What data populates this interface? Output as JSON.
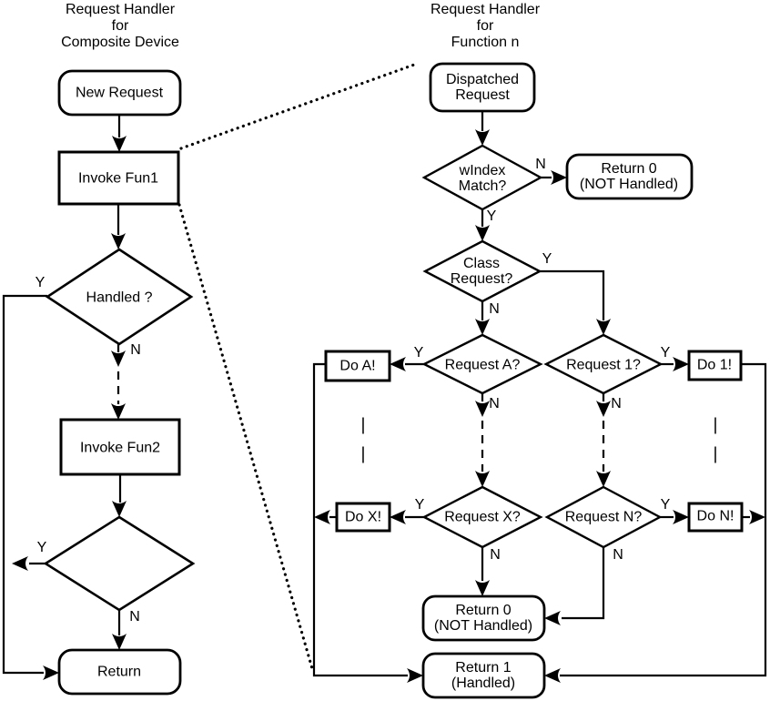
{
  "diagram": {
    "description": "USB request handler flowchart pair; right chart is a zoom-in of the Invoke Fun1 step",
    "colors": {
      "line": "#000000",
      "background": "#ffffff",
      "text": "#000000"
    }
  },
  "titles": {
    "left": "Request Handler\nfor\nComposite Device",
    "right": "Request Handler\nfor\nFunction n"
  },
  "labels": {
    "yes": "Y",
    "no": "N"
  },
  "marks": {
    "continuation": "|"
  },
  "left_chart": {
    "new_request": "New Request",
    "invoke_fun1": "Invoke Fun1",
    "handled": "Handled ?",
    "invoke_fun2": "Invoke Fun2",
    "return": "Return"
  },
  "right_chart": {
    "dispatched": "Dispatched\nRequest",
    "windex_match": "wIndex\nMatch?",
    "return_0": "Return 0\n(NOT Handled)",
    "class_request": "Class\nRequest?",
    "request_a": "Request A?",
    "request_1": "Request 1?",
    "request_x": "Request X?",
    "request_n": "Request N?",
    "do_a": "Do A!",
    "do_1": "Do 1!",
    "do_x": "Do X!",
    "do_n": "Do N!",
    "return_1": "Return 1\n(Handled)"
  }
}
